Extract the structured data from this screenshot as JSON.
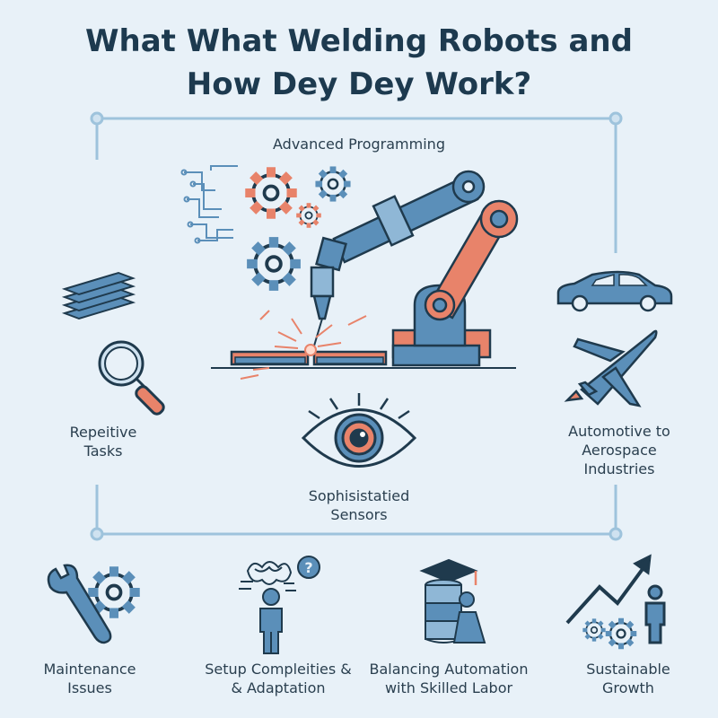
{
  "title_line1": "What What Welding Robots and",
  "title_line2": "How Dey Dey Work?",
  "labels": {
    "advanced_programming": "Advanced Programming",
    "repetitive_tasks_1": "Repeitive",
    "repetitive_tasks_2": "Tasks",
    "sensors_1": "Sophisistatied",
    "sensors_2": "Sensors",
    "industries_1": "Automotive to",
    "industries_2": "Aerospace",
    "industries_3": "Industries",
    "maintenance_1": "Maintenance",
    "maintenance_2": "Issues",
    "setup_1": "Setup Compleities &",
    "setup_2": "& Adaptation",
    "balancing_1": "Balancing Automation",
    "balancing_2": "with Skilled Labor",
    "growth_1": "Sustainable",
    "growth_2": "Growth"
  },
  "colors": {
    "background": "#e8f1f8",
    "primary_blue": "#5b8fb9",
    "dark_outline": "#1f3a4d",
    "accent_orange": "#e8836a",
    "frame_line": "#9ec3dc"
  },
  "icons": [
    "circuit-icon",
    "gear-icon",
    "robot-arm-icon",
    "stack-icon",
    "magnifier-icon",
    "eye-icon",
    "car-icon",
    "airplane-icon",
    "wrench-gear-icon",
    "confused-person-icon",
    "graduate-server-icon",
    "growth-chart-icon"
  ]
}
